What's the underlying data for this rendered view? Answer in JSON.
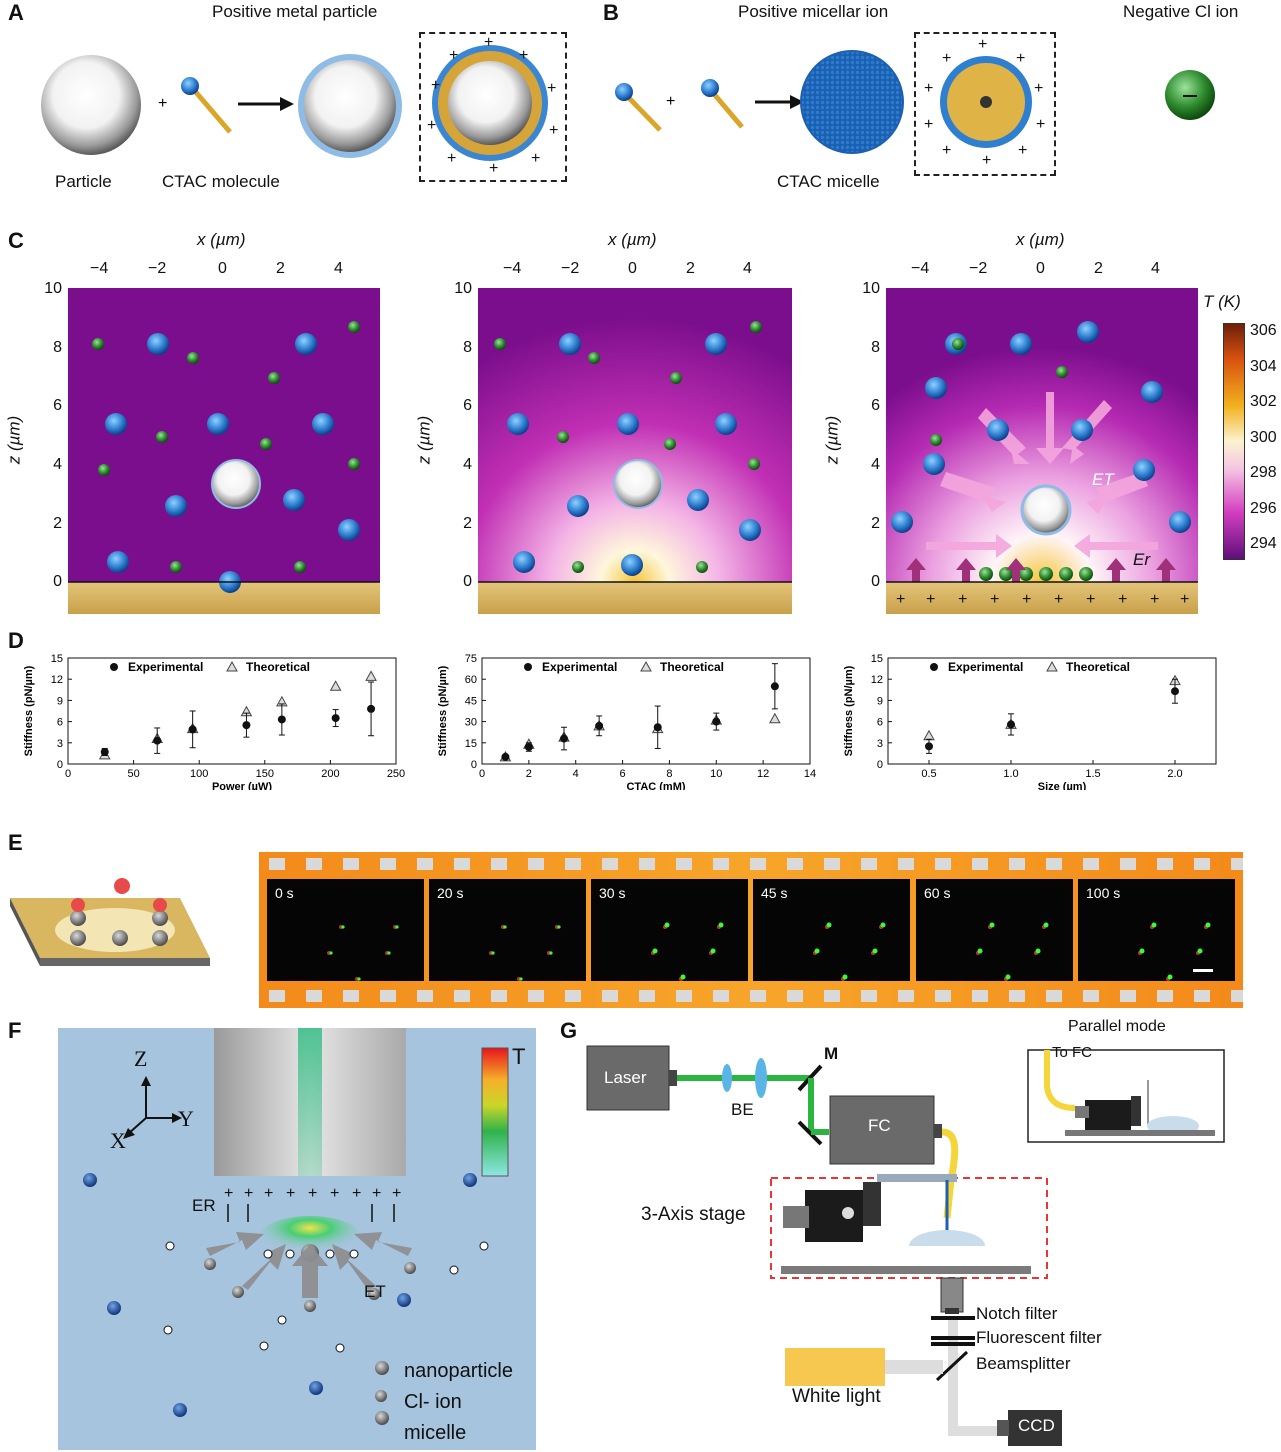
{
  "panel_labels": [
    "A",
    "B",
    "C",
    "D",
    "E",
    "F",
    "G"
  ],
  "panelA": {
    "title": "Positive metal particle",
    "particle": "Particle",
    "molecule": "CTAC molecule"
  },
  "panelB": {
    "title": "Positive micellar ion",
    "micelle": "CTAC micelle",
    "neg_title": "Negative Cl ion"
  },
  "panelC": {
    "x_label": "x (µm)",
    "z_label": "z (µm)",
    "x_ticks": [
      "−4",
      "−2",
      "0",
      "2",
      "4"
    ],
    "z_ticks": [
      "10",
      "8",
      "6",
      "4",
      "2",
      "0"
    ],
    "colorbar_title": "T (K)",
    "colorbar_ticks": [
      "306",
      "304",
      "302",
      "300",
      "298",
      "296",
      "294"
    ],
    "E_T": "ET",
    "E_r": "Er",
    "colors": {
      "purple": "#7b0e8c",
      "gold": "#d4aa4f",
      "micelle": "#2f7fd0",
      "ion": "#2e8b2e"
    }
  },
  "panelD": {
    "legend_exp": "Experimental",
    "legend_theo": "Theoretical",
    "charts": [
      {
        "ylabel": "Stiffness (pN/µm)",
        "xlabel": "Power (µW)"
      },
      {
        "ylabel": "Stiffness (pN/µm)",
        "xlabel": "CTAC (mM)"
      },
      {
        "ylabel": "Stiffness (pN/µm)",
        "xlabel": "Size (µm)"
      }
    ]
  },
  "chart_data": [
    {
      "type": "scatter",
      "xlabel": "Power (µW)",
      "ylabel": "Stiffness (pN/µm)",
      "xlim": [
        0,
        250
      ],
      "ylim": [
        0,
        15
      ],
      "xticks": [
        0,
        50,
        100,
        150,
        200,
        250
      ],
      "yticks": [
        0,
        3,
        6,
        9,
        12,
        15
      ],
      "series": [
        {
          "name": "Experimental",
          "x": [
            28,
            68,
            95,
            136,
            163,
            204,
            231
          ],
          "y": [
            1.7,
            3.3,
            4.9,
            5.5,
            6.3,
            6.5,
            7.8
          ],
          "err": [
            0.5,
            1.8,
            2.6,
            1.7,
            2.2,
            1.2,
            3.8
          ]
        },
        {
          "name": "Theoretical",
          "x": [
            28,
            68,
            95,
            136,
            163,
            204,
            231
          ],
          "y": [
            1.3,
            3.6,
            5.0,
            7.4,
            8.8,
            11.0,
            12.4
          ]
        }
      ]
    },
    {
      "type": "scatter",
      "xlabel": "CTAC (mM)",
      "ylabel": "Stiffness (pN/µm)",
      "xlim": [
        0,
        14
      ],
      "ylim": [
        0,
        75
      ],
      "xticks": [
        0,
        2,
        4,
        6,
        8,
        10,
        12,
        14
      ],
      "yticks": [
        0,
        15,
        30,
        45,
        60,
        75
      ],
      "series": [
        {
          "name": "Experimental",
          "x": [
            1,
            2,
            3.5,
            5,
            7.5,
            10,
            12.5
          ],
          "y": [
            5,
            12,
            18,
            27,
            26,
            30,
            55
          ],
          "err": [
            1.5,
            3,
            8,
            7,
            15,
            6,
            16
          ]
        },
        {
          "name": "Theoretical",
          "x": [
            1,
            2,
            3.5,
            5,
            7.5,
            10,
            12.5
          ],
          "y": [
            5,
            14,
            19,
            27,
            25,
            31,
            32
          ]
        }
      ]
    },
    {
      "type": "scatter",
      "xlabel": "Size (µm)",
      "ylabel": "Stiffness (pN/µm)",
      "xlim": [
        0.25,
        2.25
      ],
      "ylim": [
        0,
        15
      ],
      "xticks": [
        0.5,
        1.0,
        1.5,
        2.0
      ],
      "yticks": [
        0,
        3,
        6,
        9,
        12,
        15
      ],
      "series": [
        {
          "name": "Experimental",
          "x": [
            0.5,
            1.0,
            2.0
          ],
          "y": [
            2.5,
            5.6,
            10.3
          ],
          "err": [
            1.0,
            1.5,
            1.7
          ]
        },
        {
          "name": "Theoretical",
          "x": [
            0.5,
            1.0,
            2.0
          ],
          "y": [
            4.0,
            5.6,
            11.8
          ]
        }
      ]
    }
  ],
  "panelE": {
    "times": [
      "0 s",
      "20 s",
      "30 s",
      "45 s",
      "60 s",
      "100 s"
    ]
  },
  "panelF": {
    "axis_z": "Z",
    "axis_y": "Y",
    "axis_x": "X",
    "temp": "T",
    "E_R": "ER",
    "E_T": "ET",
    "legend": [
      "nanoparticle",
      "Cl- ion",
      "micelle"
    ]
  },
  "panelG": {
    "laser": "Laser",
    "be": "BE",
    "m": "M",
    "fc": "FC",
    "stage": "3-Axis stage",
    "parallel": "Parallel mode",
    "to_fc": "To FC",
    "notch": "Notch filter",
    "fluor": "Fluorescent filter",
    "beam": "Beamsplitter",
    "white": "White light",
    "ccd": "CCD"
  }
}
